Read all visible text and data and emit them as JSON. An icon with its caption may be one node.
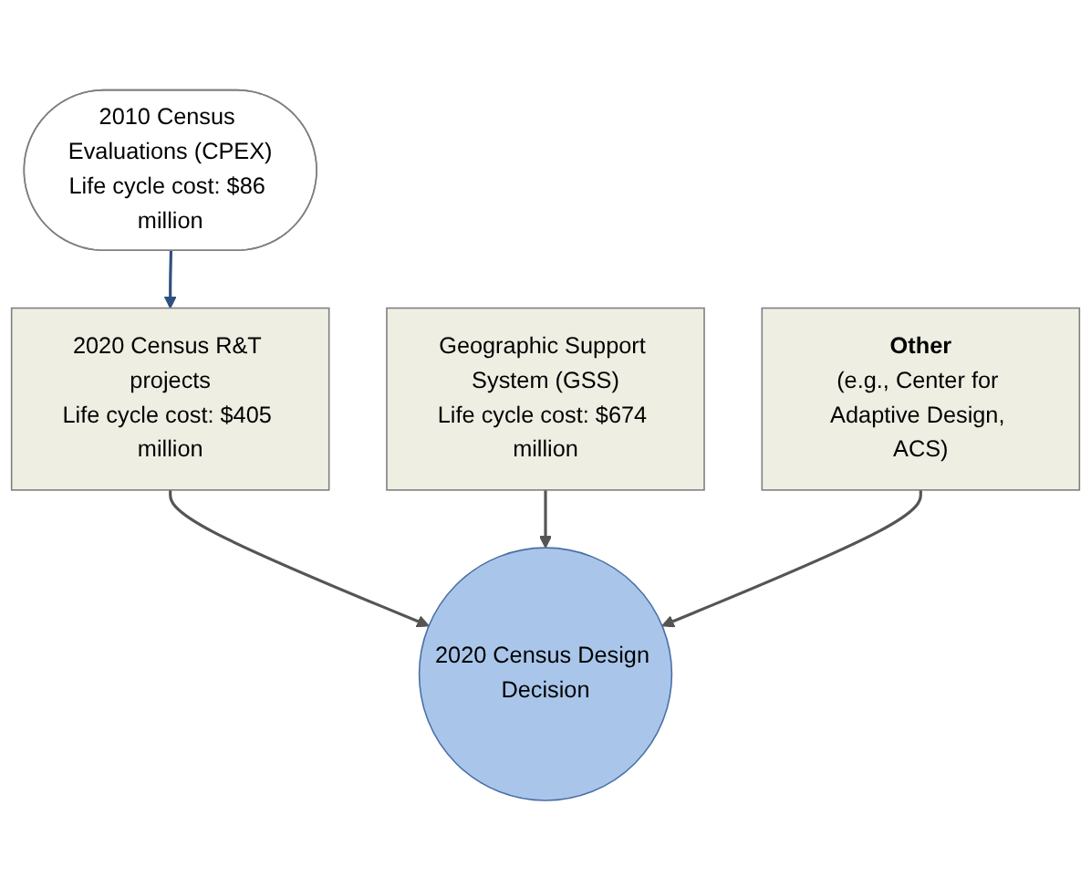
{
  "diagram": {
    "nodes": [
      {
        "text": [
          "2010 Census Evaluations (CPEX)",
          "Life cycle cost: $86 million"
        ]
      },
      {
        "text": [
          "2020 Census R&T projects",
          "Life cycle cost: $405 million"
        ]
      },
      {
        "text": [
          "2020 Census Design Decision"
        ]
      },
      {
        "text": [
          "Geographic Support System (GSS)",
          "Life cycle cost: $674 million"
        ]
      },
      {
        "text": [
          "Other",
          "(e.g., Center for Adaptive Design, ACS)"
        ]
      }
    ],
    "edges": [
      {
        "from": 0,
        "to": 1,
        "arrow": "to",
        "color": "#2f4f7f"
      },
      {
        "from": 1,
        "to": 2,
        "arrow": "to"
      },
      {
        "from": 3,
        "to": 2,
        "arrow": "to"
      },
      {
        "from": 4,
        "to": 2,
        "arrow": "to"
      }
    ]
  }
}
